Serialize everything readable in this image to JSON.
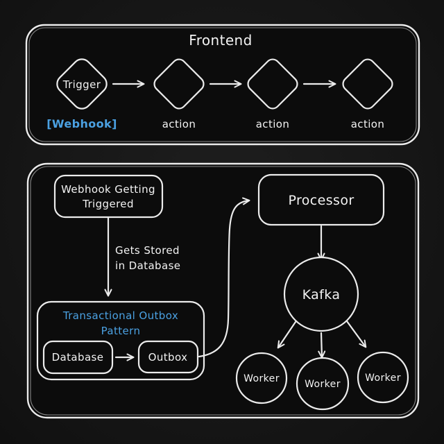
{
  "colors": {
    "page_background": "#161616",
    "panel_background": "#0c0c0c",
    "stroke": "#ececec",
    "text": "#f3f3f3",
    "accent_blue": "#4ba1e2"
  },
  "frontend": {
    "title": "Frontend",
    "trigger": {
      "text": "Trigger",
      "label": "[Webhook]"
    },
    "actions": [
      "action",
      "action",
      "action"
    ]
  },
  "pipeline": {
    "webhook_box": {
      "line1": "Webhook Getting",
      "line2": "Triggered"
    },
    "stored_label": {
      "line1": "Gets Stored",
      "line2": "in Database"
    },
    "outbox_pattern": {
      "title_line1": "Transactional Outbox",
      "title_line2": "Pattern",
      "database": "Database",
      "outbox": "Outbox"
    },
    "processor": "Processor",
    "kafka": "Kafka",
    "workers": [
      "Worker",
      "Worker",
      "Worker"
    ]
  }
}
